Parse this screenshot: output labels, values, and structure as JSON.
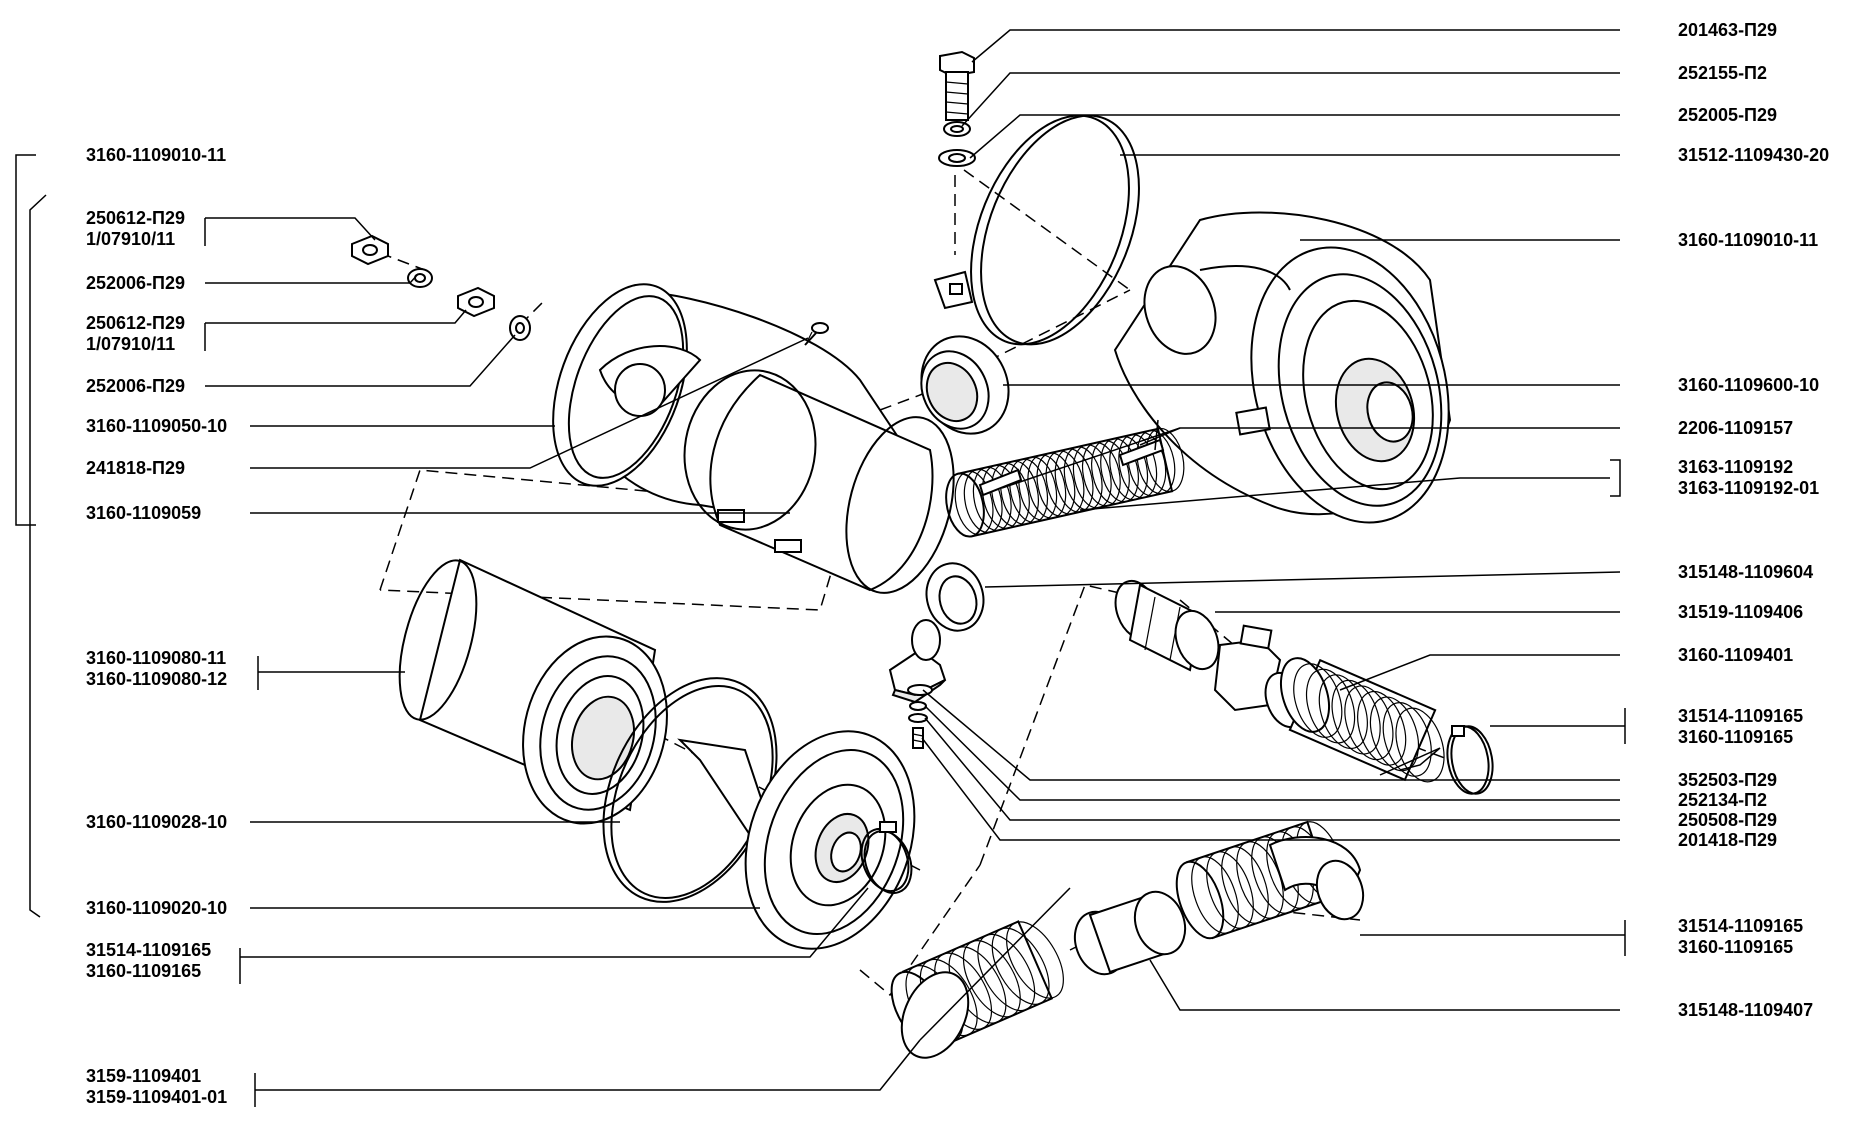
{
  "labels": {
    "l01": "201463-П29",
    "l02": "252155-П2",
    "l03": "252005-П29",
    "l04": "31512-1109430-20",
    "l05": "3160-1109010-11",
    "l06": "3160-1109600-10",
    "l07": "2206-1109157",
    "l08": "3163-1109192",
    "l09": "3163-1109192-01",
    "l10": "315148-1109604",
    "l11": "31519-1109406",
    "l12": "3160-1109401",
    "l13": "31514-1109165",
    "l14": "3160-1109165",
    "l15": "352503-П29",
    "l16": "252134-П2",
    "l17": "250508-П29",
    "l18": "201418-П29",
    "l19": "31514-1109165",
    "l20": "3160-1109165",
    "l21": "315148-1109407",
    "l22": "3160-1109010-11",
    "l23": "250612-П29",
    "l24": "1/07910/11",
    "l25": "252006-П29",
    "l26": "250612-П29",
    "l27": "1/07910/11",
    "l28": "252006-П29",
    "l29": "3160-1109050-10",
    "l30": "241818-П29",
    "l31": "3160-1109059",
    "l32": "3160-1109080-11",
    "l33": "3160-1109080-12",
    "l34": "3160-1109028-10",
    "l35": "3160-1109020-10",
    "l36": "31514-1109165",
    "l37": "3160-1109165",
    "l38": "3159-1109401",
    "l39": "3159-1109401-01"
  },
  "parts": [
    "bolt-201463",
    "spring-washer-252155",
    "flat-washer-252005",
    "clamp-band-31512",
    "air-filter-housing",
    "adapter-sleeve",
    "hose-clamps",
    "corrugated-hose",
    "inlet-flange",
    "outlet-pipe",
    "mass-air-flow-sensor",
    "corrugated-air-duct",
    "hose-clamp-right",
    "bracket",
    "bracket-washers",
    "nuts",
    "washers",
    "filter-cover",
    "screw",
    "inner-shield",
    "filter-element",
    "seal-ring",
    "filter-base",
    "hose-clamp-left",
    "intake-elbow",
    "connecting-sleeve",
    "intake-hose"
  ]
}
